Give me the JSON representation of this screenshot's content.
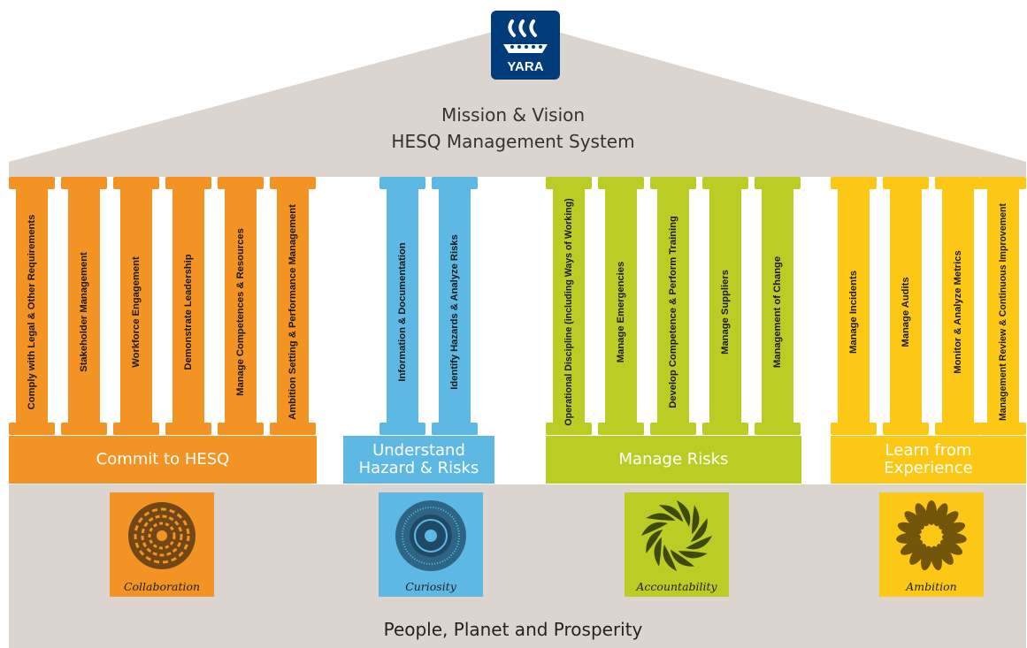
{
  "brand": {
    "logo_text": "YARA",
    "logo_color": "#003b7a"
  },
  "roof": {
    "line1": "Mission & Vision",
    "line2": "HESQ Management System"
  },
  "groups": [
    {
      "name": "Commit to HESQ",
      "color": "#f39323",
      "pillars": [
        "Comply with Legal & Other Requirements",
        "Stakeholder Management",
        "Workforce Engagement",
        "Demonstrate Leadership",
        "Manage Competences & Resources",
        "Ambition Setting & Performance Management"
      ]
    },
    {
      "name": "Understand Hazard & Risks",
      "color": "#5db8e4",
      "pillars": [
        "Information & Documentation",
        "Identify Hazards & Analyze Risks"
      ]
    },
    {
      "name": "Manage Risks",
      "color": "#bbcc24",
      "pillars": [
        "Operational Discipline (including Ways of Working)",
        "Manage Emergencies",
        "Develop Competence & Perform Training",
        "Manage Suppliers",
        "Management of Change"
      ]
    },
    {
      "name": "Learn from Experience",
      "color": "#fdc815",
      "pillars": [
        "Manage Incidents",
        "Manage Audits",
        "Monitor & Analyze Metrics",
        "Management Review & Continuous Improvement"
      ]
    }
  ],
  "values": [
    {
      "label": "Collaboration",
      "color": "#f39323",
      "icon": "collaboration-icon"
    },
    {
      "label": "Curiosity",
      "color": "#5db8e4",
      "icon": "curiosity-icon"
    },
    {
      "label": "Accountability",
      "color": "#bbcc24",
      "icon": "accountability-icon"
    },
    {
      "label": "Ambition",
      "color": "#fdc815",
      "icon": "ambition-icon"
    }
  ],
  "footer": "People, Planet and Prosperity",
  "colors": {
    "stone": "#dcd5cf",
    "text": "#222222"
  }
}
